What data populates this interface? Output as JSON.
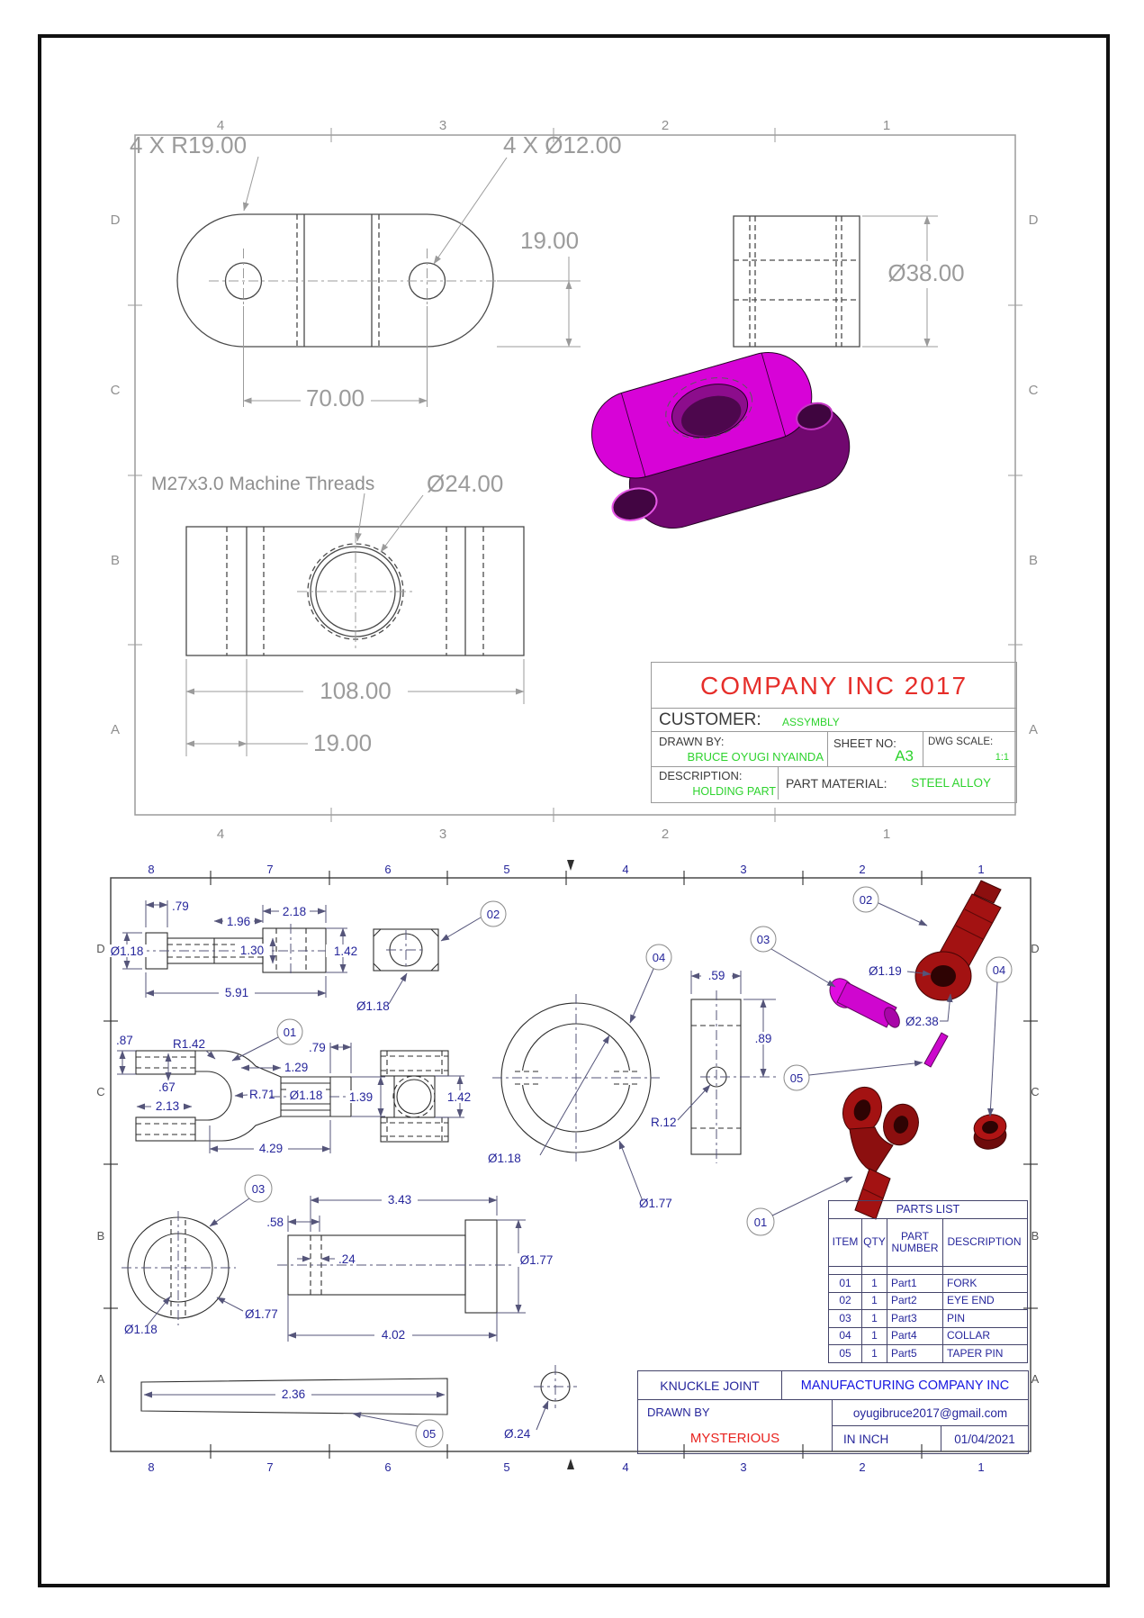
{
  "colors": {
    "magenta_part": "#d703d7",
    "dark_magenta": "#71086f",
    "red_part": "#a31212",
    "green_value": "#2ed32e",
    "red_title": "#e62e2a",
    "navy_annotation": "#26269b",
    "blue_company": "#1616e0"
  },
  "s1": {
    "zones": {
      "cols": [
        "4",
        "3",
        "2",
        "1"
      ],
      "rows": [
        "D",
        "C",
        "B",
        "A"
      ]
    },
    "dims": {
      "radius_note": "4 X R19.00",
      "holes_note": "4 X Ø12.00",
      "center_offset": "19.00",
      "od": "Ø38.00",
      "spacing": "70.00",
      "thread_note": "M27x3.0 Machine Threads",
      "bore": "Ø24.00",
      "length": "108.00",
      "end_width": "19.00"
    },
    "title_block": {
      "company": "COMPANY INC 2017",
      "customer_label": "CUSTOMER:",
      "customer_value": "ASSYMBLY",
      "drawn_by_label": "DRAWN BY:",
      "drawn_by_value": "BRUCE OYUGI NYAINDA",
      "sheet_no_label": "SHEET NO:",
      "sheet_no_value": "A3",
      "dwg_scale_label": "DWG SCALE:",
      "dwg_scale_value": "1:1",
      "description_label": "DESCRIPTION:",
      "description_value": "HOLDING PART",
      "part_material_label": "PART MATERIAL:",
      "part_material_value": "STEEL ALLOY"
    }
  },
  "s2": {
    "zones": {
      "cols": [
        "8",
        "7",
        "6",
        "5",
        "4",
        "3",
        "2",
        "1"
      ],
      "rows": [
        "D",
        "C",
        "B",
        "A"
      ]
    },
    "balloons": {
      "b01": "01",
      "b02": "02",
      "b03": "03",
      "b04": "04",
      "b05": "05"
    },
    "dims": {
      "e_cap": ".79",
      "e_mid": "1.96",
      "e_eye": "2.18",
      "e_dia": "Ø1.18",
      "e_h": "1.30",
      "e_w": "1.42",
      "e_len": "5.91",
      "e_eyedia": "Ø1.18",
      "f_arm": ".87",
      "f_rad": "R1.42",
      "f_tail": ".79",
      "f_neck": "1.29",
      "f_gap": ".67",
      "f_mouth": "R.71",
      "f_thread": "Ø1.18",
      "f_armlen": "2.13",
      "f_shank": "1.39",
      "f_w": "1.42",
      "f_len": "4.29",
      "ring_in": "Ø1.18",
      "ring_out": "Ø1.77",
      "c_w": ".59",
      "c_off": ".89",
      "c_hole": "R.12",
      "eye3d_dia": "Ø1.19",
      "eye3d_out": "Ø2.38",
      "p_len": "3.43",
      "p_tail": ".58",
      "p_hole": ".24",
      "p_head": "Ø1.77",
      "p_total": "4.02",
      "pf_out": "Ø1.77",
      "pf_in": "Ø1.18",
      "t_len": "2.36",
      "t_dia": "Ø.24"
    },
    "parts": {
      "title": "PARTS LIST",
      "headers": [
        "ITEM",
        "QTY",
        "PART NUMBER",
        "DESCRIPTION"
      ],
      "rows": [
        [
          "01",
          "1",
          "Part1",
          "FORK"
        ],
        [
          "02",
          "1",
          "Part2",
          "EYE END"
        ],
        [
          "03",
          "1",
          "Part3",
          "PIN"
        ],
        [
          "04",
          "1",
          "Part4",
          "COLLAR"
        ],
        [
          "05",
          "1",
          "Part5",
          "TAPER PIN"
        ]
      ]
    },
    "title_block": {
      "title": "KNUCKLE JOINT",
      "company": "MANUFACTURING COMPANY INC",
      "drawn_by_label": "DRAWN BY",
      "author": "MYSTERIOUS",
      "email": "oyugibruce2017@gmail.com",
      "units": "IN INCH",
      "date": "01/04/2021"
    }
  }
}
